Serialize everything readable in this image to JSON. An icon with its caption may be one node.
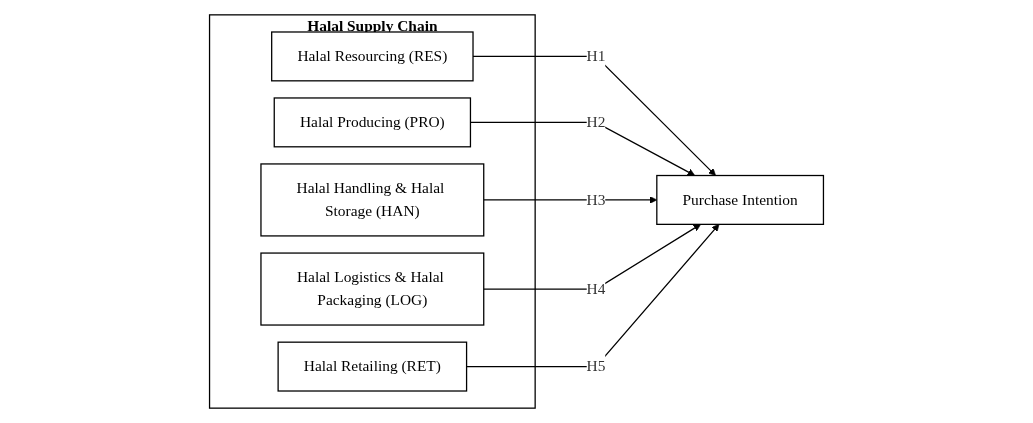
{
  "diagram": {
    "nodes": [
      {
        "text": [
          "Halal Supply Chain"
        ]
      },
      {
        "text": [
          "Halal Resourcing (RES)"
        ],
        "in": 0
      },
      {
        "text": [
          "Halal Producing (PRO)"
        ],
        "in": 0
      },
      {
        "text": [
          "Halal Handling & Halal Storage (HAN)"
        ],
        "in": 0
      },
      {
        "text": [
          "Halal Logistics & Halal Packaging (LOG)"
        ],
        "in": 0
      },
      {
        "text": [
          "Halal Retailing (RET)"
        ],
        "in": 0
      },
      {
        "text": [
          "Purchase Intention"
        ]
      }
    ],
    "edges": [
      {
        "from": 1,
        "to": 6,
        "arrow": "to",
        "label": "H1"
      },
      {
        "from": 2,
        "to": 6,
        "arrow": "to",
        "label": "H2"
      },
      {
        "from": 3,
        "to": 6,
        "arrow": "to",
        "label": "H3"
      },
      {
        "from": 4,
        "to": 6,
        "arrow": "to",
        "label": "H4"
      },
      {
        "from": 5,
        "to": 6,
        "arrow": "to",
        "label": "H5"
      }
    ]
  }
}
